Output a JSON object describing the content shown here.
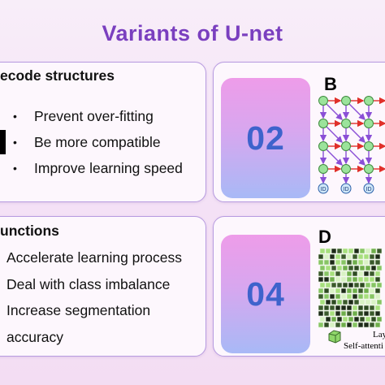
{
  "title": "Variants of U-net",
  "cards": {
    "top_left": {
      "heading": "ecode structures",
      "bullet_symbol": "•",
      "items": [
        "Prevent over-fitting",
        "Be more compatible",
        "Improve learning speed"
      ]
    },
    "bottom_left": {
      "heading": "unctions",
      "items": [
        "Accelerate learning process",
        "Deal with class imbalance",
        "Increase segmentation",
        "accuracy"
      ]
    },
    "top_right": {
      "number": "02",
      "panel_label": "B",
      "grid_node_label": "ID"
    },
    "bottom_right": {
      "number": "04",
      "panel_label": "D",
      "caption_layer": "Lay",
      "caption_self_attention": "Self-attenti"
    }
  },
  "colors": {
    "title": "#7a3fbf",
    "card_border": "#b79be0",
    "number_text": "#3e63cc",
    "grid_node": "#9be39b",
    "arrow_red": "#e0302a",
    "arrow_purple": "#8a4fd6",
    "voxel_green": "#8fd66a"
  }
}
